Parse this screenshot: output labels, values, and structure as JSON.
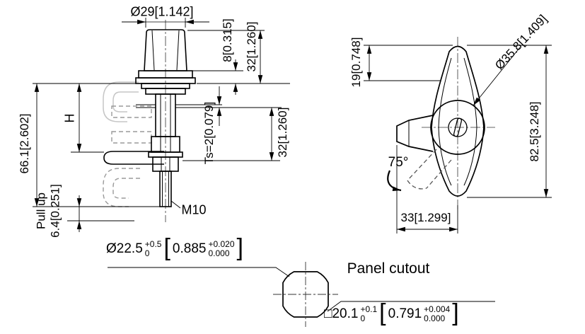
{
  "side_view": {
    "knob_diameter": "Ø29[1.142]",
    "flange_height": "8[0.315]",
    "height_above_panel": "32[1.260]",
    "grip_height": "H",
    "total_height": "66.1[2.602]",
    "panel_thickness": "Ts=2[0.079]",
    "height_below_panel": "32[1.260]",
    "thread": "M10",
    "pull_up_label": "Pull up",
    "pull_up_value": "6.4[0.251]"
  },
  "front_view": {
    "top_offset": "19[0.748]",
    "handle_diameter": "Ø35.8[1.409]",
    "handle_length": "82.5[3.248]",
    "rotation_angle": "75°",
    "handle_offset": "33[1.299]"
  },
  "cutout": {
    "title": "Panel cutout",
    "diameter": "Ø22.5",
    "diameter_tol_plus": "+0.5",
    "diameter_tol_zero": "0",
    "diameter_inch": "0.885",
    "diameter_inch_tol_plus": "+0.020",
    "diameter_inch_tol_zero": "0.000",
    "square": "□20.1",
    "square_tol_plus": "+0.1",
    "square_tol_zero": "0",
    "square_inch": "0.791",
    "square_inch_tol_plus": "+0.004",
    "square_inch_tol_zero": "0.000",
    "bracket_open": "[",
    "bracket_close": "]"
  }
}
